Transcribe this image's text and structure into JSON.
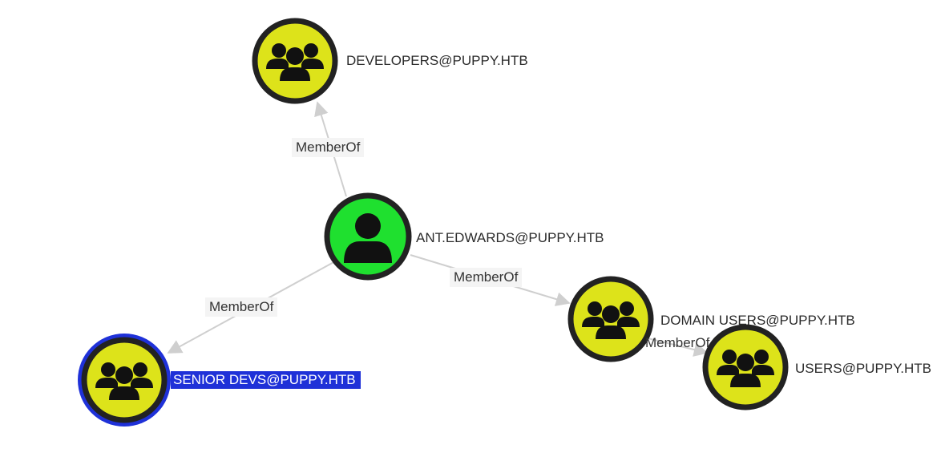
{
  "graph": {
    "colors": {
      "group_fill": "#dde31a",
      "user_fill": "#1fe02f",
      "node_border": "#222222",
      "selected_ring": "#1f31d8",
      "edge_color": "#cfcfcf",
      "icon_color": "#111111"
    },
    "nodes": [
      {
        "id": "developers",
        "label": "DEVELOPERS@PUPPY.HTB",
        "kind": "group",
        "icon": "group-icon",
        "selected": false
      },
      {
        "id": "ant_edwards",
        "label": "ANT.EDWARDS@PUPPY.HTB",
        "kind": "user",
        "icon": "user-icon",
        "selected": false
      },
      {
        "id": "senior_devs",
        "label": "SENIOR DEVS@PUPPY.HTB",
        "kind": "group",
        "icon": "group-icon",
        "selected": true
      },
      {
        "id": "domain_users",
        "label": "DOMAIN USERS@PUPPY.HTB",
        "kind": "group",
        "icon": "group-icon",
        "selected": false
      },
      {
        "id": "users",
        "label": "USERS@PUPPY.HTB",
        "kind": "group",
        "icon": "group-icon",
        "selected": false
      }
    ],
    "edges": [
      {
        "from": "ant_edwards",
        "to": "developers",
        "label": "MemberOf"
      },
      {
        "from": "ant_edwards",
        "to": "senior_devs",
        "label": "MemberOf"
      },
      {
        "from": "ant_edwards",
        "to": "domain_users",
        "label": "MemberOf"
      },
      {
        "from": "domain_users",
        "to": "users",
        "label": "MemberOf"
      }
    ]
  }
}
